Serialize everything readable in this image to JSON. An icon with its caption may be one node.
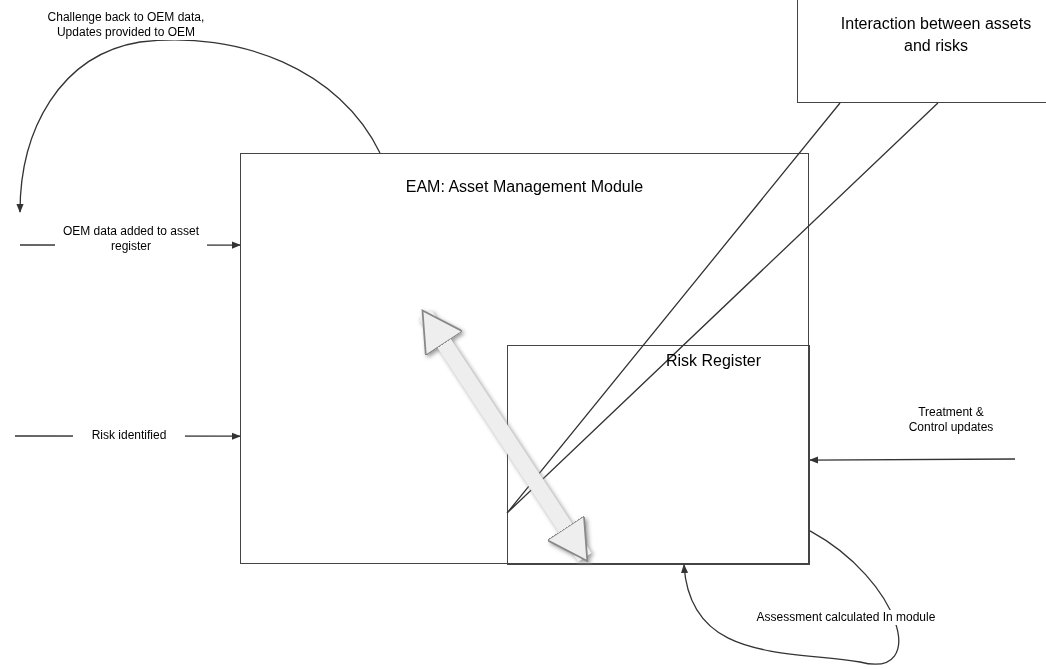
{
  "diagram": {
    "nodes": [
      {
        "text": [
          "EAM: Asset Management Module"
        ]
      },
      {
        "text": [
          "Risk Register"
        ],
        "in": 0
      },
      {
        "text": [
          "Interaction between assets and risks"
        ]
      }
    ],
    "edges": [
      {
        "from": 0,
        "to": null,
        "arrow": "to",
        "label": "Challenge back to OEM data, Updates provided to OEM"
      },
      {
        "from": null,
        "to": 0,
        "arrow": "to",
        "label": "OEM data added to asset register"
      },
      {
        "from": null,
        "to": 0,
        "arrow": "to",
        "label": "Risk identified"
      },
      {
        "from": 2,
        "to": 1,
        "arrow": "none"
      },
      {
        "from": 0,
        "to": 1,
        "arrow": "both",
        "style": "thick",
        "color": "#eeeeee"
      },
      {
        "from": null,
        "to": 1,
        "arrow": "to",
        "label": "Treatment & Control updates"
      },
      {
        "from": 1,
        "to": 1,
        "arrow": "to",
        "label": "Assessment calculated In module"
      }
    ]
  }
}
